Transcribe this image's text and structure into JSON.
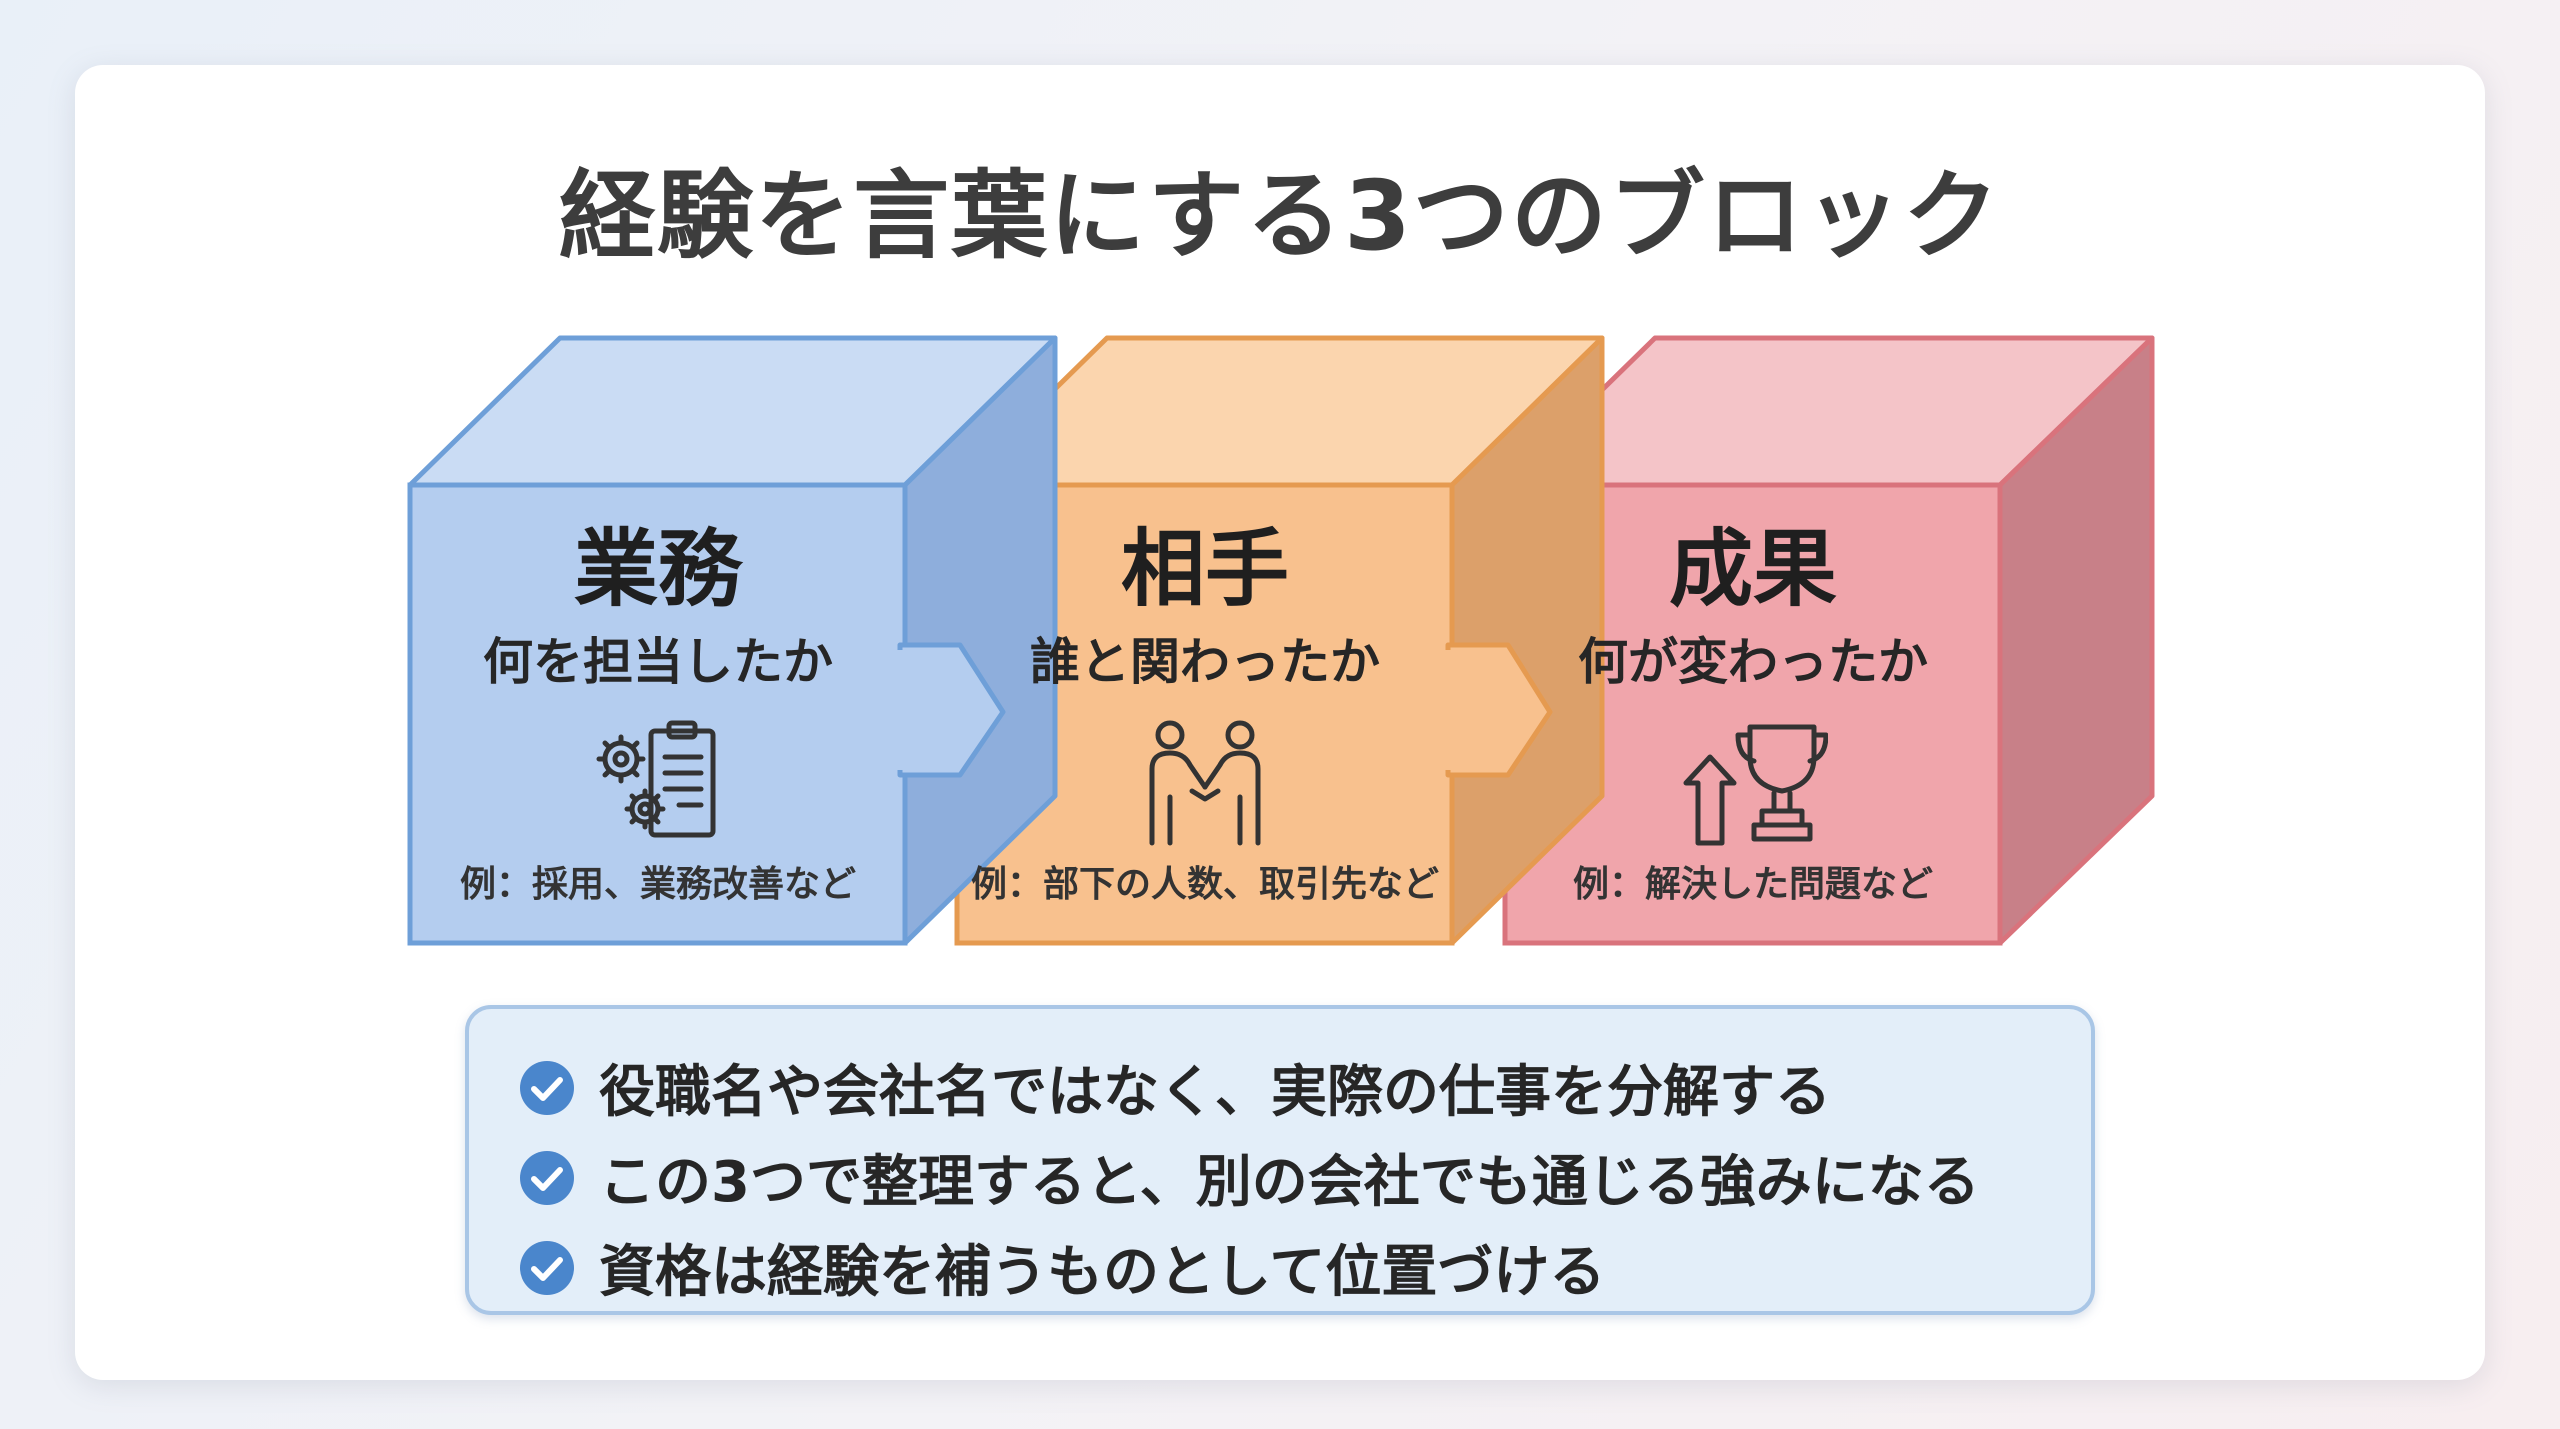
{
  "title": "経験を言葉にする3つのブロック",
  "blocks": [
    {
      "head": "業務",
      "sub": "何を担当したか",
      "icon": "gears-clipboard-icon",
      "example": "例：採用、業務改善など",
      "color": "#b4cdef"
    },
    {
      "head": "相手",
      "sub": "誰と関わったか",
      "icon": "handshake-icon",
      "example": "例：部下の人数、取引先など",
      "color": "#f8c18e"
    },
    {
      "head": "成果",
      "sub": "何が変わったか",
      "icon": "trophy-arrow-icon",
      "example": "例：解決した問題など",
      "color": "#f0a5ab"
    }
  ],
  "bullets": [
    "役職名や会社名ではなく、実際の仕事を分解する",
    "この3つで整理すると、別の会社でも通じる強みになる",
    "資格は経験を補うものとして位置づける"
  ],
  "colors": {
    "check": "#4a86cc",
    "panel": "#e3eef9",
    "title": "#3d3d3d"
  }
}
